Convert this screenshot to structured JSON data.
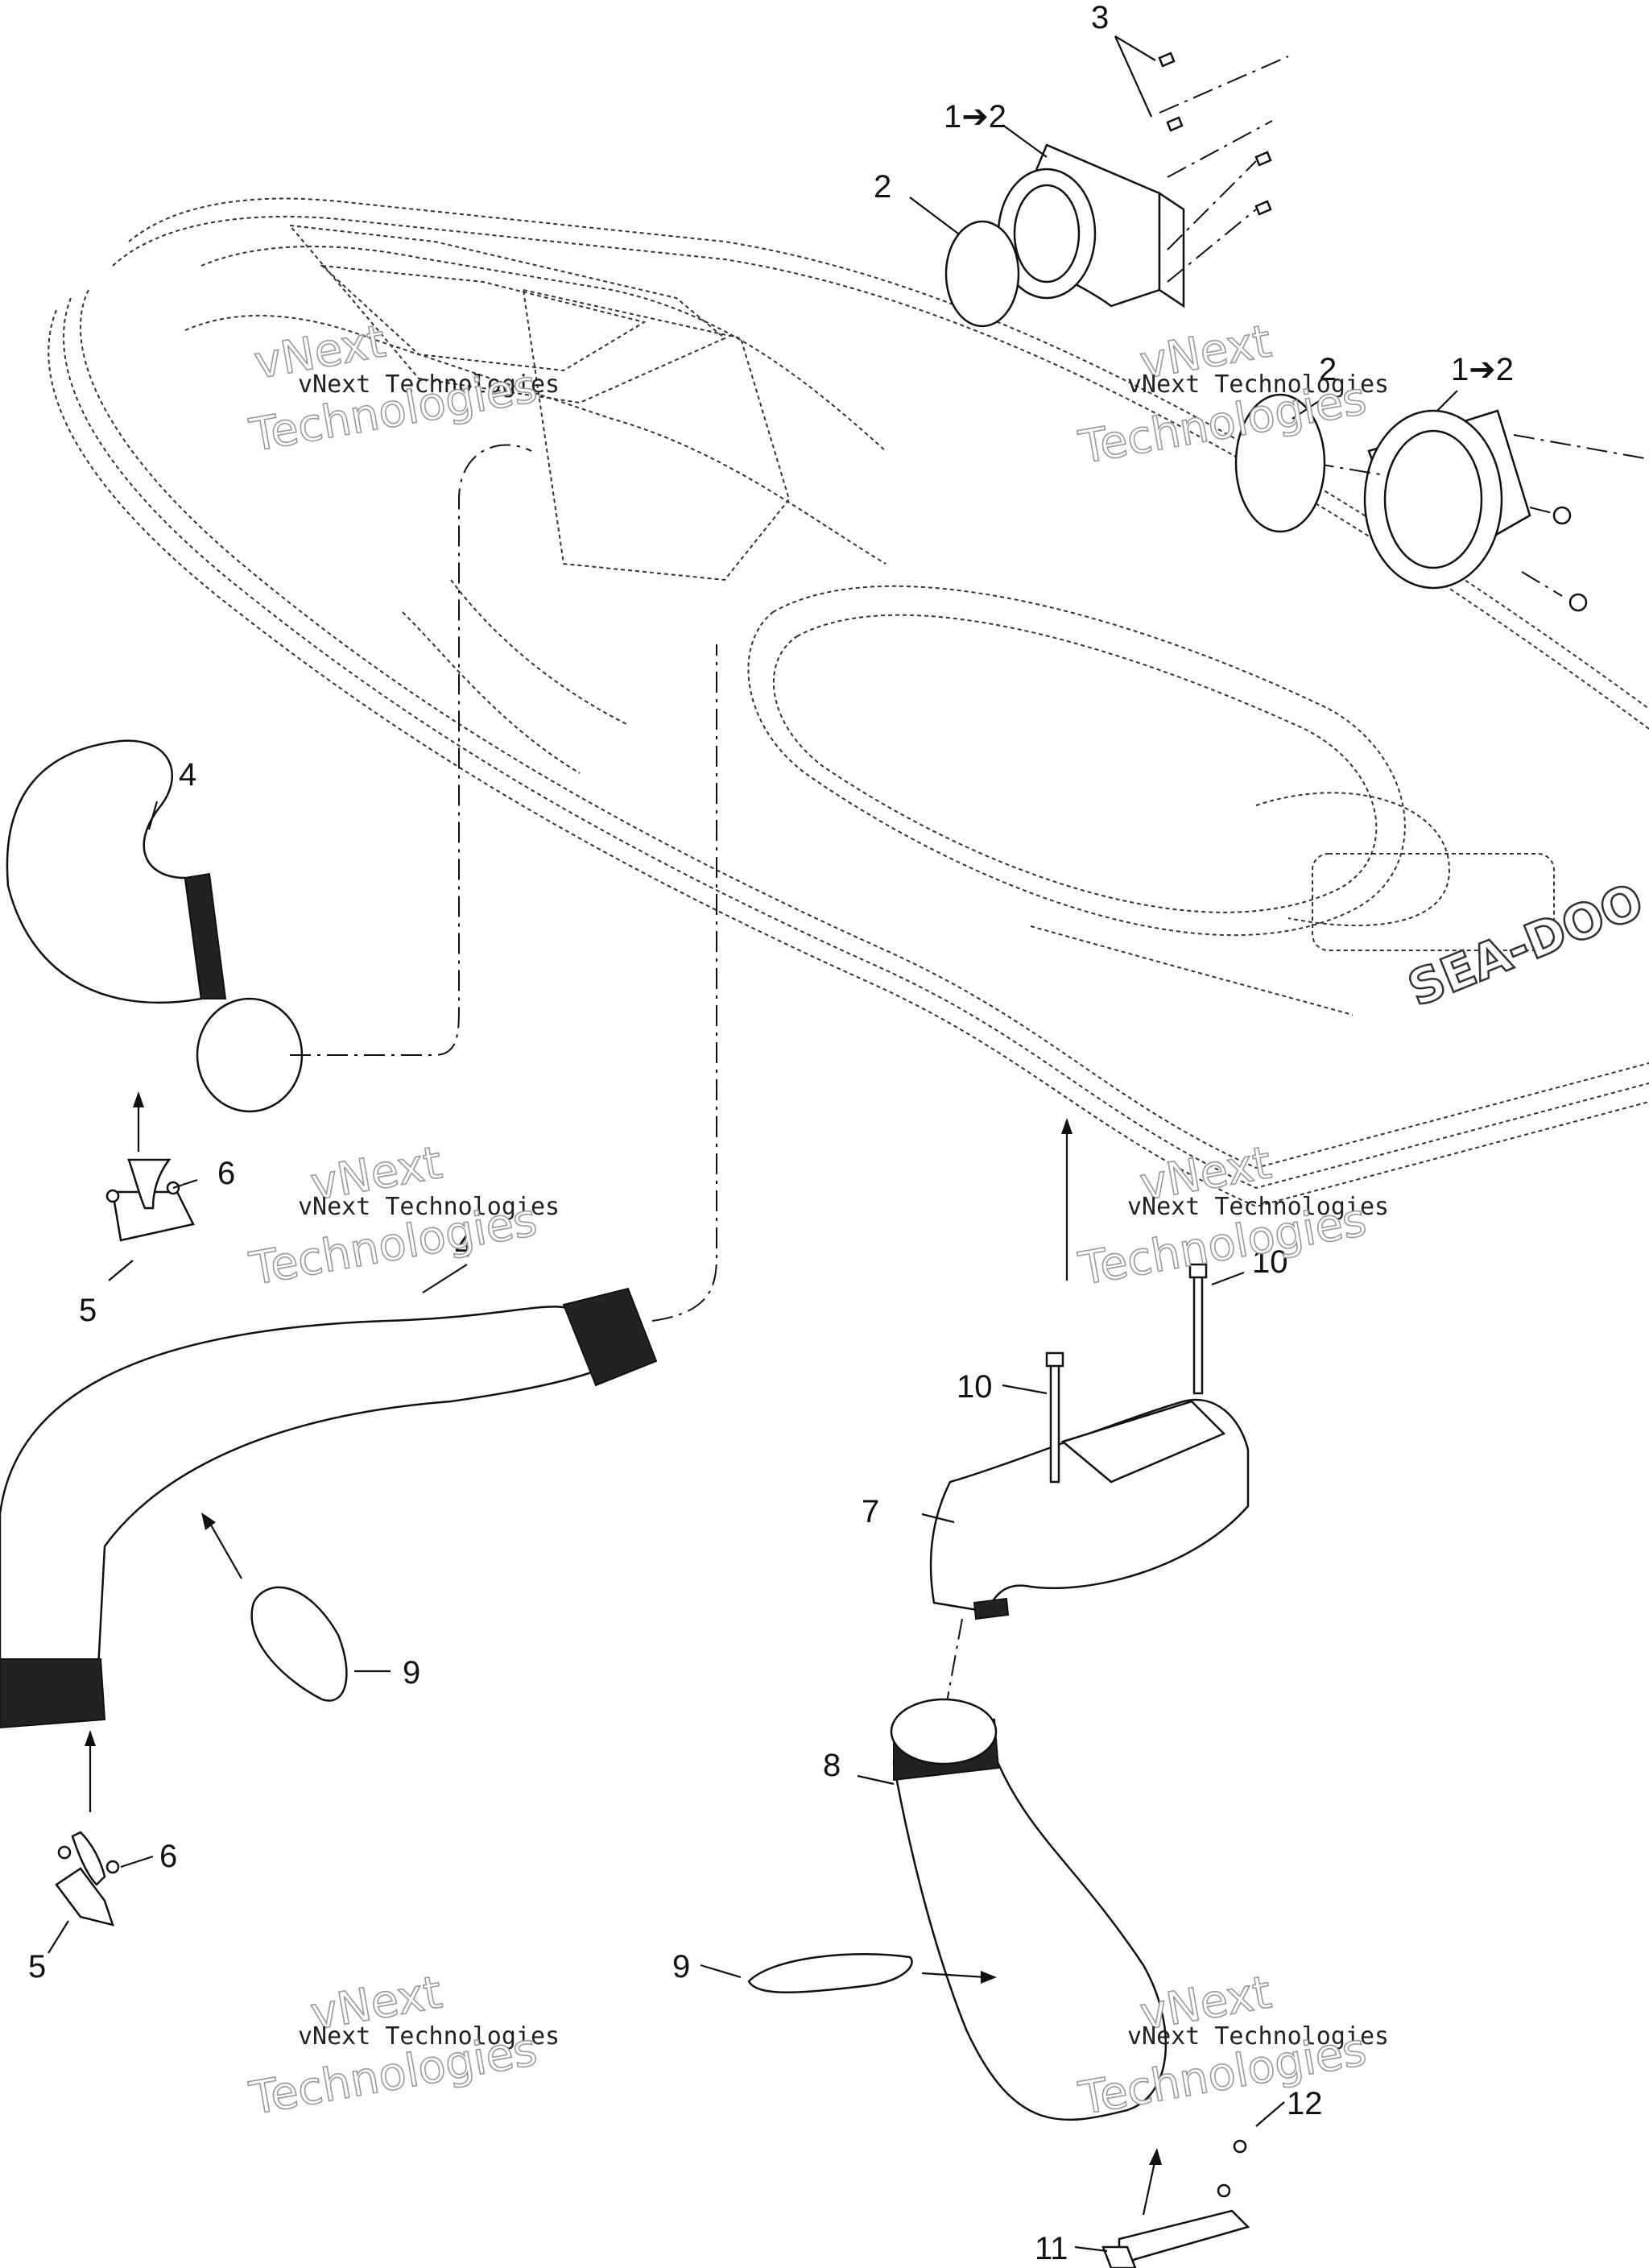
{
  "callouts": [
    {
      "id": "c3",
      "text": "3"
    },
    {
      "id": "c1a",
      "text": "1➔2"
    },
    {
      "id": "c2a",
      "text": "2"
    },
    {
      "id": "c2b",
      "text": "2"
    },
    {
      "id": "c1b",
      "text": "1➔2"
    },
    {
      "id": "c4a",
      "text": "4"
    },
    {
      "id": "c6a",
      "text": "6"
    },
    {
      "id": "c5a",
      "text": "5"
    },
    {
      "id": "c4b",
      "text": "4"
    },
    {
      "id": "c10a",
      "text": "10"
    },
    {
      "id": "c10b",
      "text": "10"
    },
    {
      "id": "c7",
      "text": "7"
    },
    {
      "id": "c9a",
      "text": "9"
    },
    {
      "id": "c8",
      "text": "8"
    },
    {
      "id": "c6b",
      "text": "6"
    },
    {
      "id": "c5b",
      "text": "5"
    },
    {
      "id": "c9b",
      "text": "9"
    },
    {
      "id": "c12",
      "text": "12"
    },
    {
      "id": "c11",
      "text": "11"
    }
  ],
  "watermark": {
    "line1": "vNext Technologies",
    "line2": "Technologies"
  },
  "brand_deck_text": "SEA-DOO",
  "colors": {
    "ink": "#111111",
    "watermark_outline": "#9a9a9a",
    "paper": "#ffffff"
  }
}
